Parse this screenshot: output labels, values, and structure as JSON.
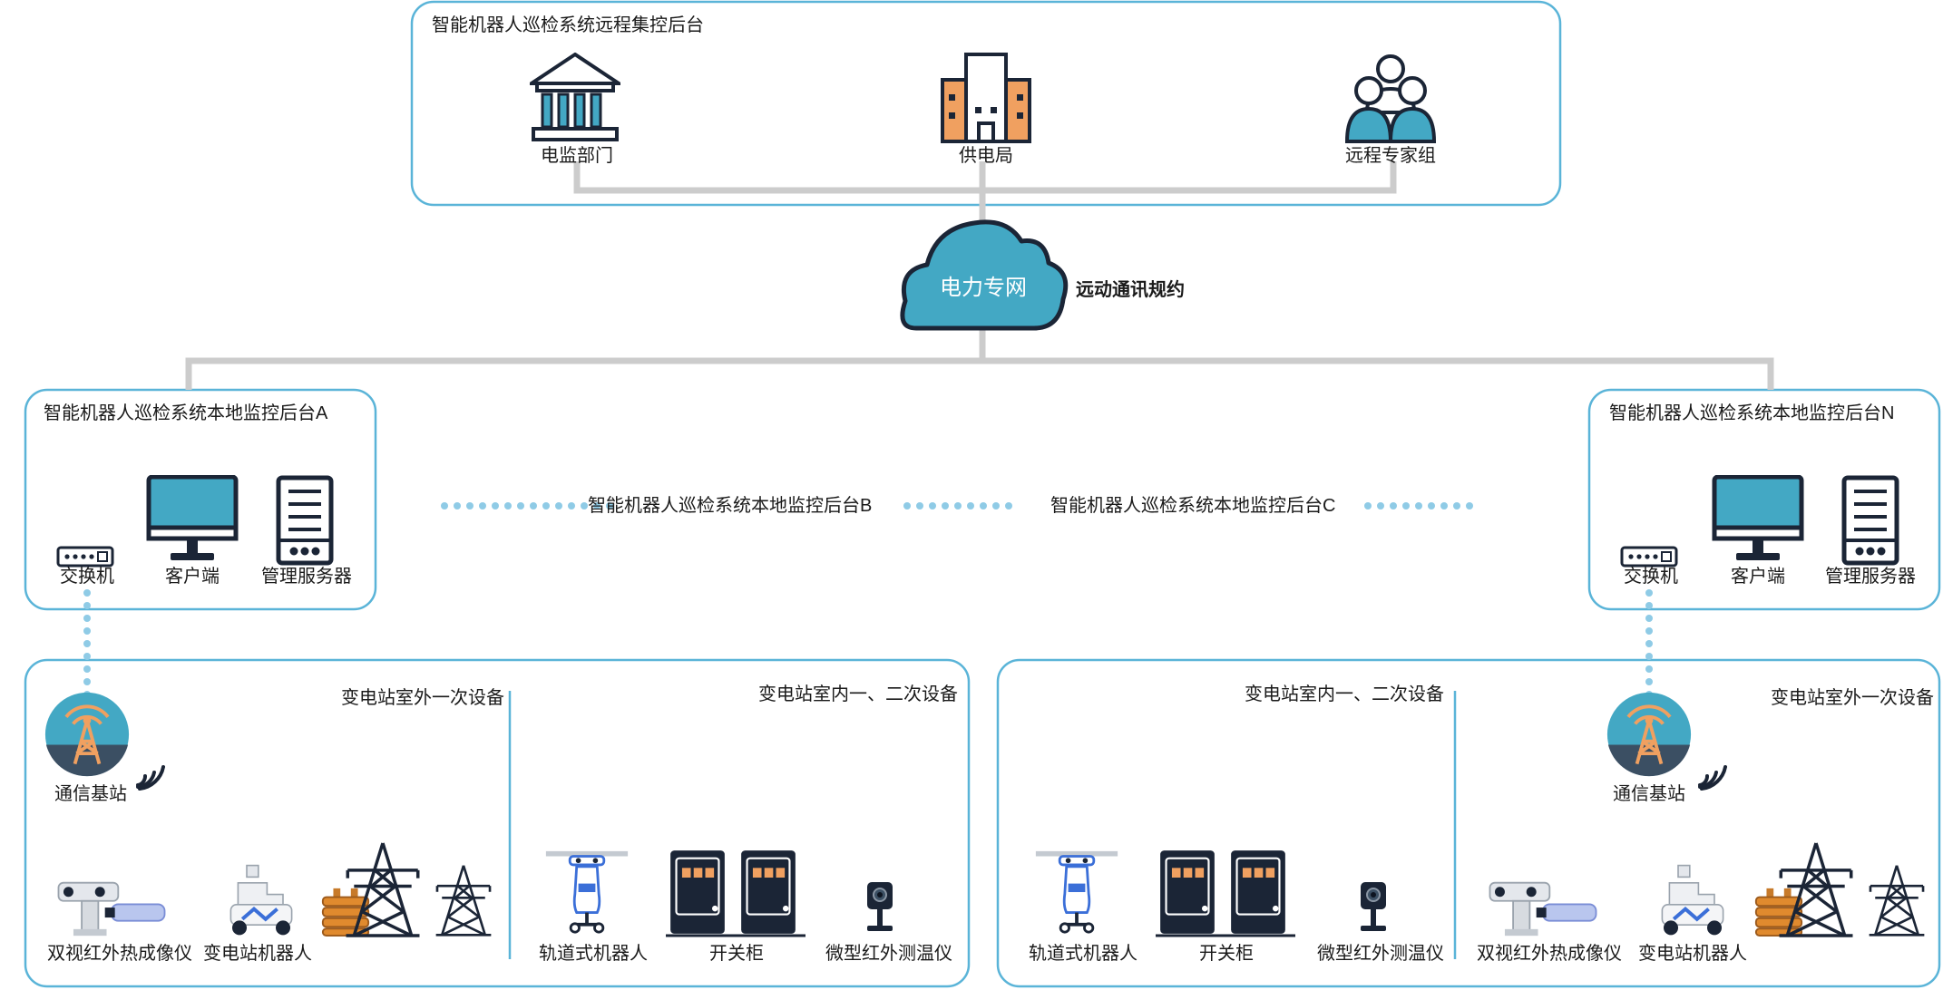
{
  "remote_center": {
    "title": "智能机器人巡检系统远程集控后台",
    "nodes": [
      "电监部门",
      "供电局",
      "远程专家组"
    ]
  },
  "network": {
    "cloud_label": "电力专网",
    "protocol_label": "远动通讯规约"
  },
  "local_a": {
    "title": "智能机器人巡检系统本地监控后台A",
    "switch": "交换机",
    "client": "客户端",
    "server": "管理服务器"
  },
  "local_b": {
    "title": "智能机器人巡检系统本地监控后台B"
  },
  "local_c": {
    "title": "智能机器人巡检系统本地监控后台C"
  },
  "local_n": {
    "title": "智能机器人巡检系统本地监控后台N",
    "switch": "交换机",
    "client": "客户端",
    "server": "管理服务器"
  },
  "site_left": {
    "outdoor_title": "变电站室外一次设备",
    "indoor_title": "变电站室内一、二次设备",
    "base_station": "通信基站",
    "thermal_camera": "双视红外热成像仪",
    "station_robot": "变电站机器人",
    "rail_robot": "轨道式机器人",
    "switchgear": "开关柜",
    "micro_ir": "微型红外测温仪"
  },
  "site_right": {
    "indoor_title": "变电站室内一、二次设备",
    "outdoor_title": "变电站室外一次设备",
    "base_station": "通信基站",
    "rail_robot": "轨道式机器人",
    "switchgear": "开关柜",
    "micro_ir": "微型红外测温仪",
    "thermal_camera": "双视红外热成像仪",
    "station_robot": "变电站机器人"
  },
  "colors": {
    "frame": "#5ab4d8",
    "teal": "#43a8c4",
    "orange": "#f0a060",
    "navy": "#1b2536",
    "line": "#cccccc"
  }
}
